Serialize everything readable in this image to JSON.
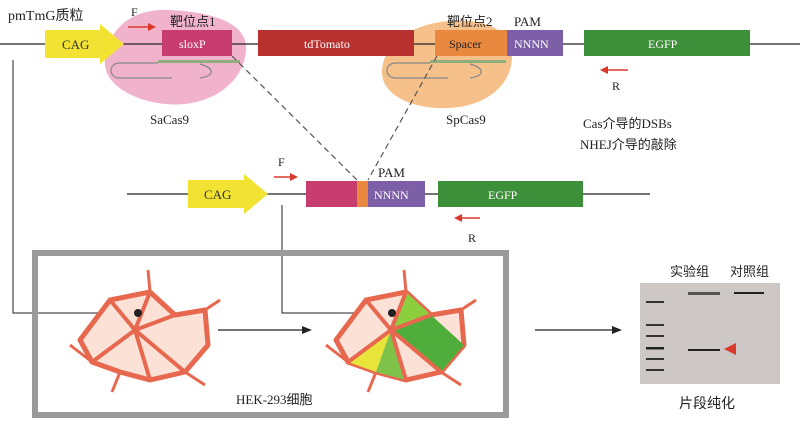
{
  "top": {
    "plasmid_title": "pmTmG质粒",
    "target1": "靶位点1",
    "target2": "靶位点2",
    "pam": "PAM",
    "f_label": "F",
    "r_label": "R",
    "cag": "CAG",
    "loxp": "sloxP",
    "tdtomato": "tdTomato",
    "spacer": "Spacer",
    "nnnn": "NNNN",
    "egfp": "EGFP",
    "sacas9": "SaCas9",
    "spcas9": "SpCas9",
    "dsb_line1": "Cas介导的DSBs",
    "dsb_line2": "NHEJ介导的敲除"
  },
  "mid": {
    "f_label": "F",
    "r_label": "R",
    "pam": "PAM",
    "cag": "CAG",
    "nnnn": "NNNN",
    "egfp": "EGFP"
  },
  "bottom": {
    "cell_label": "HEK-293细胞",
    "gel_title": "片段纯化",
    "lane_exp": "实验组",
    "lane_ctrl": "对照组"
  },
  "colors": {
    "cag": "#f2e333",
    "loxp": "#c73d6e",
    "tdtomato": "#b8312f",
    "spacer": "#e8893f",
    "nnnn": "#7d5fa8",
    "egfp": "#3e8f3a",
    "sacas9": "#f1b3cc",
    "spcas9": "#f5c08a",
    "primer": "#d8392b",
    "gel": "#cdc7c6",
    "cell": "#e8684f"
  }
}
